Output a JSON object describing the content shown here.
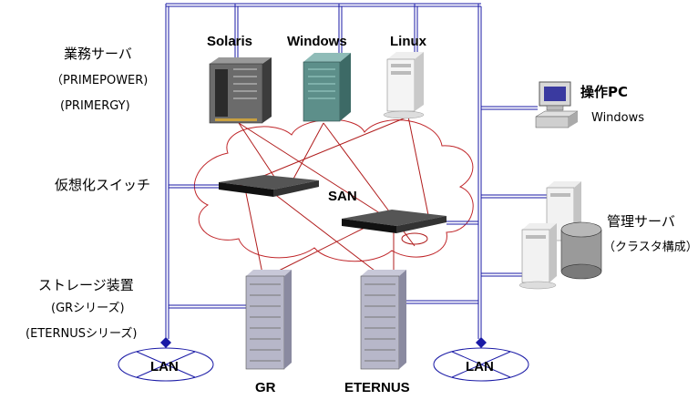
{
  "labels": {
    "business_servers": "業務サーバ",
    "primepower": "（PRIMEPOWER)",
    "primergy": "(PRIMERGY)",
    "solaris": "Solaris",
    "windows": "Windows",
    "linux": "Linux",
    "virtualization_switch": "仮想化スイッチ",
    "san": "SAN",
    "storage": "ストレージ装置",
    "gr_series": "(GRシリーズ)",
    "eternus_series": "(ETERNUSシリーズ)",
    "operation_pc": "操作PC",
    "operation_pc_os": "Windows",
    "management_server": "管理サーバ",
    "cluster": "（クラスタ構成）",
    "lan_left": "LAN",
    "lan_right": "LAN",
    "gr": "GR",
    "eternus": "ETERNUS"
  },
  "colors": {
    "lan_line": "#1a1aa6",
    "fc_line": "#b01c1c",
    "cloud_line": "#c0262a",
    "lan_ellipse": "#1a1aa6"
  }
}
